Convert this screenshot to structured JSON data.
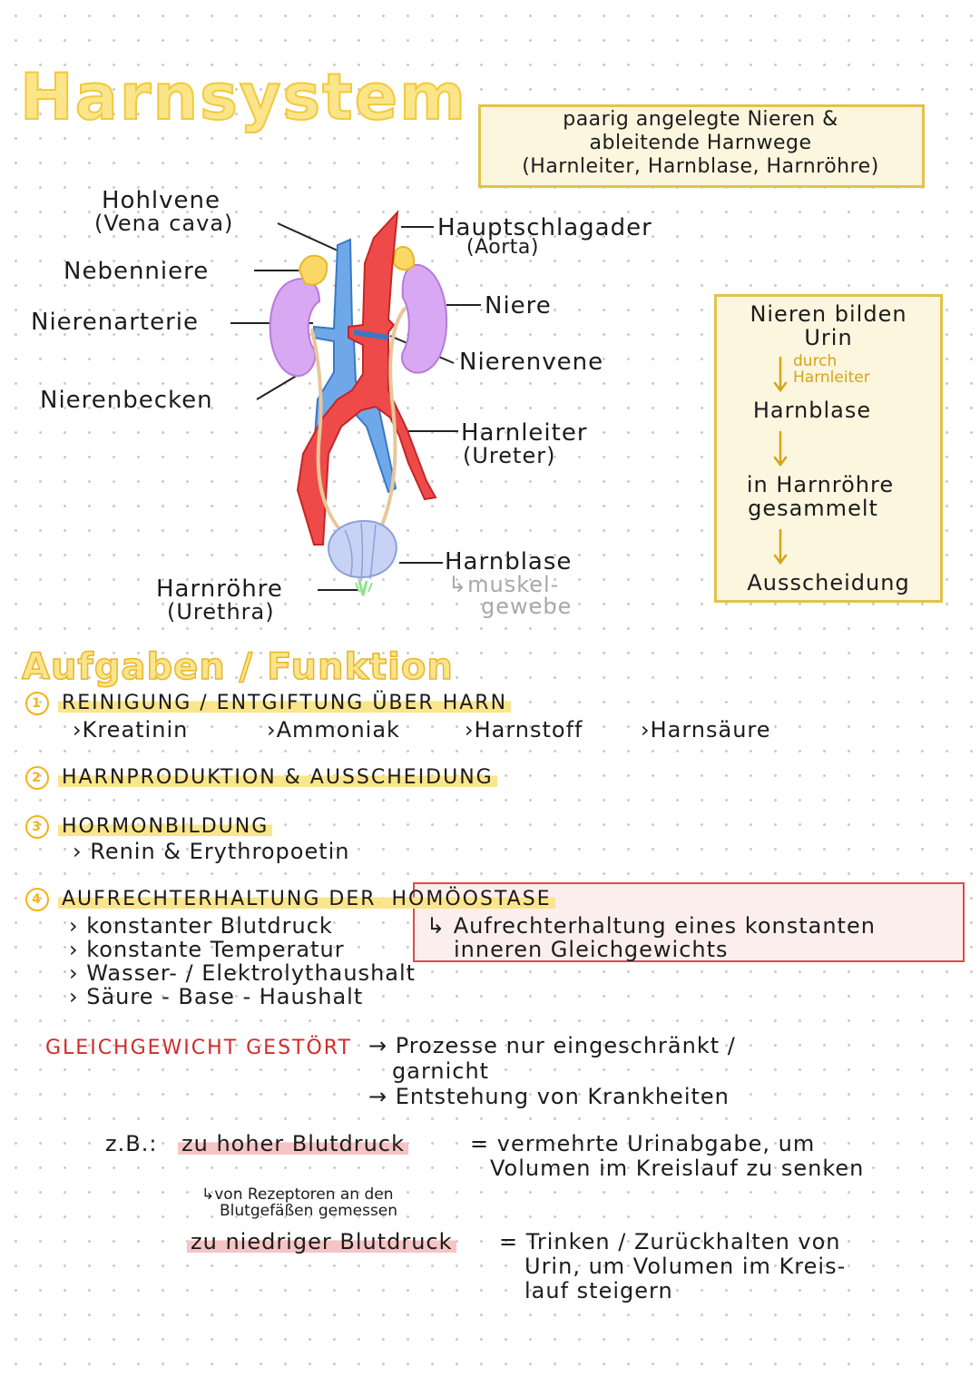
{
  "title": "Harnsystem",
  "definition": [
    "paarig angelegte Nieren &",
    "ableitende Harnwege",
    "(Harnleiter, Harnblase, Harnröhre)"
  ],
  "diagram_labels": {
    "hohlvene": "Hohlvene",
    "hohlvene_sub": "(Vena cava)",
    "nebenniere": "Nebenniere",
    "nierenarterie": "Nierenarterie",
    "nierenbecken": "Nierenbecken",
    "aorta": "Hauptschlagader",
    "aorta_sub": "(Aorta)",
    "niere": "Niere",
    "nierenvene": "Nierenvene",
    "harnleiter": "Harnleiter",
    "harnleiter_sub": "(Ureter)",
    "harnblase": "Harnblase",
    "harnblase_note1": "↳muskel-",
    "harnblase_note2": "gewebe",
    "harnroehre": "Harnröhre",
    "harnroehre_sub": "(Urethra)"
  },
  "flow": {
    "step1": "Nieren bilden",
    "step1b": "Urin",
    "via1": "durch",
    "via2": "Harnleiter",
    "step2": "Harnblase",
    "step3": "in Harnröhre",
    "step3b": "gesammelt",
    "step4": "Ausscheidung"
  },
  "section_title": "Aufgaben / Funktion",
  "tasks": [
    {
      "num": "1",
      "title": "Reinigung / Entgiftung über Harn",
      "items": [
        "›Kreatinin",
        "›Ammoniak",
        "›Harnstoff",
        "›Harnsäure"
      ]
    },
    {
      "num": "2",
      "title": "Harnproduktion & Ausscheidung"
    },
    {
      "num": "3",
      "title": "Hormonbildung",
      "items": [
        "› Renin & Erythropoetin"
      ]
    },
    {
      "num": "4",
      "title_a": "Aufrechterhaltung der ",
      "title_b": "Homöostase",
      "items": [
        "› konstanter Blutdruck",
        "› konstante Temperatur",
        "› Wasser- / Elektrolythaushalt",
        "› Säure - Base - Haushalt"
      ],
      "note": [
        "↳ Aufrechterhaltung eines konstanten",
        "inneren Gleichgewichts"
      ]
    }
  ],
  "imbalance": {
    "label": "Gleichgewicht gestört",
    "lines": [
      "→ Prozesse nur eingeschränkt /",
      "garnicht",
      "→ Entstehung von Krankheiten"
    ]
  },
  "examples": {
    "zb": "z.B.:",
    "high": "zu hoher Blutdruck",
    "high_eq": "= vermehrte Urinabgabe, um",
    "high_eq2": "Volumen im Kreislauf zu senken",
    "receptor1": "↳von Rezeptoren an den",
    "receptor2": "Blutgefäßen gemessen",
    "low": "zu niedriger Blutdruck",
    "low_eq": "= Trinken / Zurückhalten von",
    "low_eq2": "Urin, um Volumen im Kreis-",
    "low_eq3": "lauf steigern"
  },
  "colors": {
    "yellow": "#fbe58a",
    "yellow_border": "#e3c24a",
    "red": "#d12a2a",
    "artery": "#ef4a4a",
    "vein": "#6fa8e8",
    "kidney": "#d9a8f2",
    "bladder": "#c8d2f4"
  }
}
